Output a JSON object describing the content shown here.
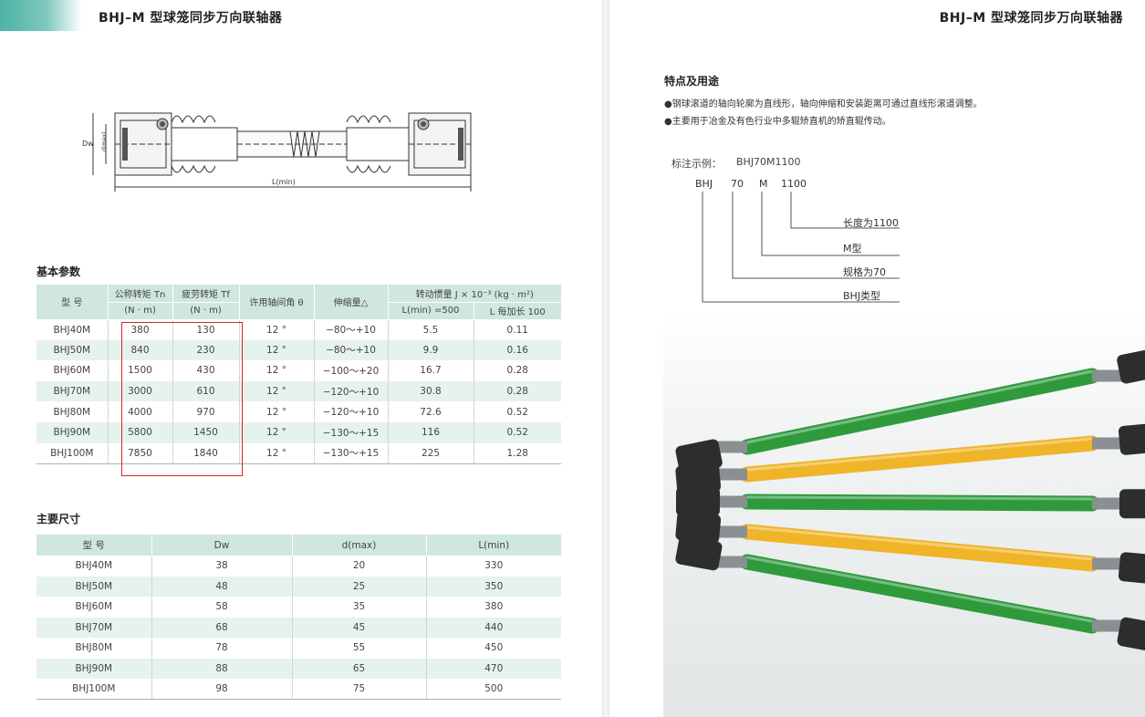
{
  "left_page": {
    "header": "BHJ–M 型球笼同步万向联轴器",
    "drawing": {
      "label_length": "L(min)",
      "label_dw": "Dw",
      "label_d": "d(max)"
    },
    "params": {
      "title": "基本参数",
      "headers": {
        "model": "型 号",
        "nominal_torque": "公称转矩 Tn",
        "nominal_torque_unit": "(N · m)",
        "fatigue_torque": "疲劳转矩 Tf",
        "fatigue_torque_unit": "(N · m)",
        "angle": "许用轴间角 θ",
        "telescopic": "伸缩量△",
        "inertia": "转动惯量 J × 10⁻³ (kg · m²)",
        "inertia_lmin": "L(min) =500",
        "inertia_add": "L 每加长 100"
      },
      "rows": [
        {
          "model": "BHJ40M",
          "tn": "380",
          "tf": "130",
          "angle": "12 °",
          "stroke": "−80～+10",
          "j_lmin": "5.5",
          "j_add": "0.11"
        },
        {
          "model": "BHJ50M",
          "tn": "840",
          "tf": "230",
          "angle": "12 °",
          "stroke": "−80～+10",
          "j_lmin": "9.9",
          "j_add": "0.16"
        },
        {
          "model": "BHJ60M",
          "tn": "1500",
          "tf": "430",
          "angle": "12 °",
          "stroke": "−100～+20",
          "j_lmin": "16.7",
          "j_add": "0.28"
        },
        {
          "model": "BHJ70M",
          "tn": "3000",
          "tf": "610",
          "angle": "12 °",
          "stroke": "−120～+10",
          "j_lmin": "30.8",
          "j_add": "0.28"
        },
        {
          "model": "BHJ80M",
          "tn": "4000",
          "tf": "970",
          "angle": "12 °",
          "stroke": "−120～+10",
          "j_lmin": "72.6",
          "j_add": "0.52"
        },
        {
          "model": "BHJ90M",
          "tn": "5800",
          "tf": "1450",
          "angle": "12 °",
          "stroke": "−130～+15",
          "j_lmin": "116",
          "j_add": "0.52"
        },
        {
          "model": "BHJ100M",
          "tn": "7850",
          "tf": "1840",
          "angle": "12 °",
          "stroke": "−130～+15",
          "j_lmin": "225",
          "j_add": "1.28"
        }
      ]
    },
    "dims": {
      "title": "主要尺寸",
      "headers": {
        "model": "型 号",
        "dw": "Dw",
        "d": "d(max)",
        "l": "L(min)"
      },
      "rows": [
        {
          "model": "BHJ40M",
          "dw": "38",
          "d": "20",
          "l": "330"
        },
        {
          "model": "BHJ50M",
          "dw": "48",
          "d": "25",
          "l": "350"
        },
        {
          "model": "BHJ60M",
          "dw": "58",
          "d": "35",
          "l": "380"
        },
        {
          "model": "BHJ70M",
          "dw": "68",
          "d": "45",
          "l": "440"
        },
        {
          "model": "BHJ80M",
          "dw": "78",
          "d": "55",
          "l": "450"
        },
        {
          "model": "BHJ90M",
          "dw": "88",
          "d": "65",
          "l": "470"
        },
        {
          "model": "BHJ100M",
          "dw": "98",
          "d": "75",
          "l": "500"
        }
      ]
    }
  },
  "right_page": {
    "header": "BHJ–M 型球笼同步万向联轴器",
    "features_title": "特点及用途",
    "features": [
      "●钢球滚道的轴向轮廓为直线形，轴向伸缩和安装距离可通过直线形滚道调整。",
      "●主要用于冶金及有色行业中多辊矫直机的矫直辊传动。"
    ],
    "example": {
      "label": "标注示例：",
      "code": "BHJ70M1100",
      "parts": [
        "BHJ",
        "70",
        "M",
        "1100"
      ],
      "meanings": [
        "长度为1100",
        "M型",
        "规格为70",
        "BHJ类型"
      ]
    },
    "shaft_colors": [
      "#2f9a3c",
      "#f0b429",
      "#2f9a3c",
      "#f0b429",
      "#2f9a3c"
    ]
  }
}
